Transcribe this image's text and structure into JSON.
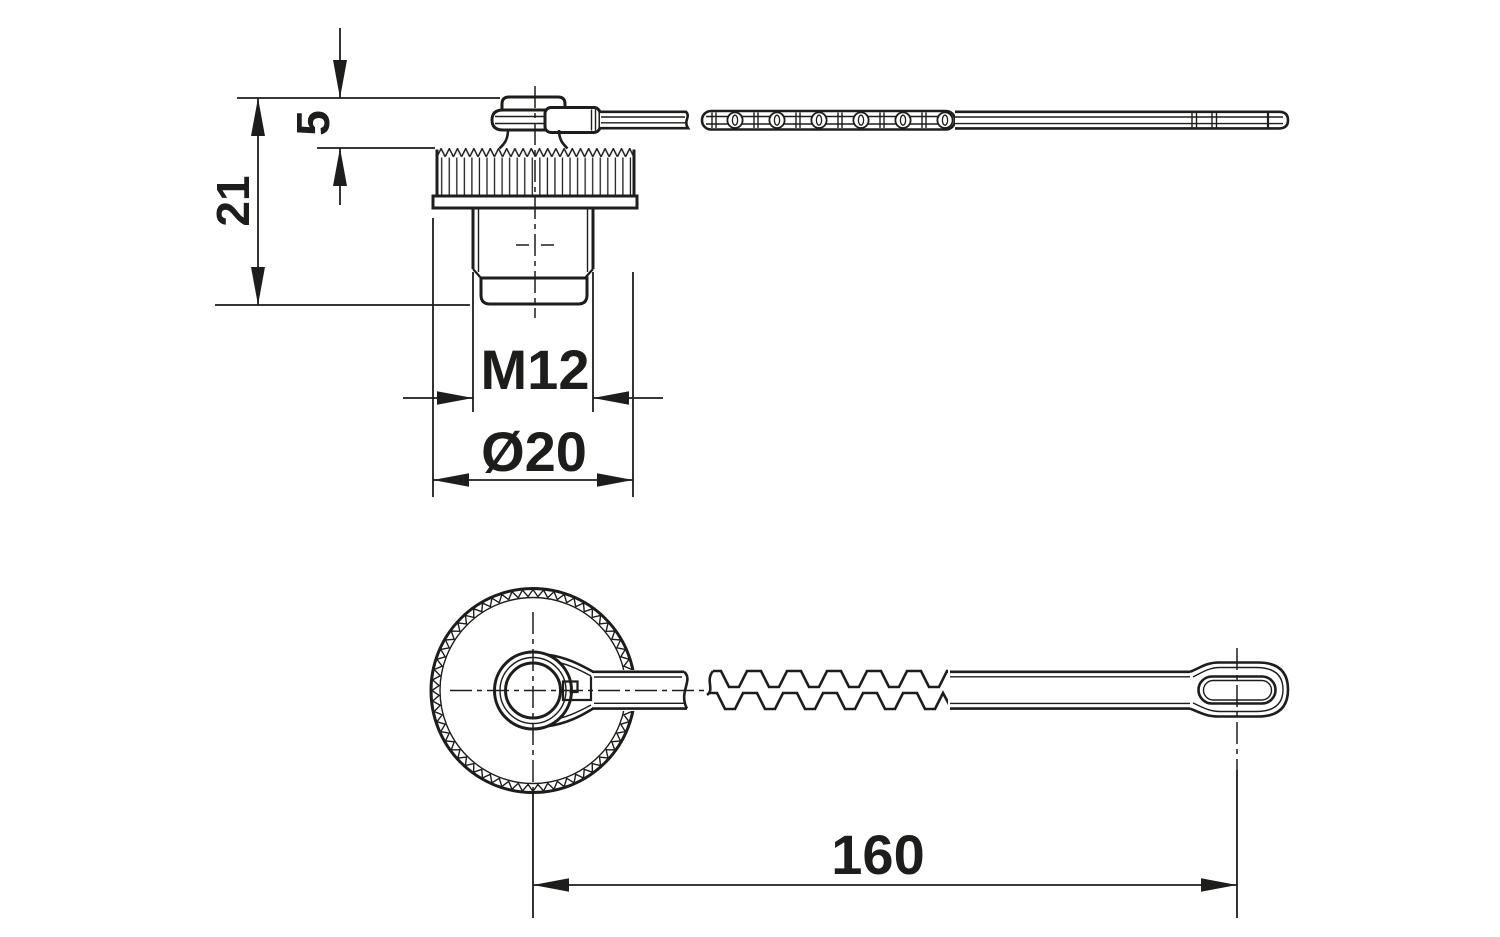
{
  "drawing": {
    "type": "technical-dimension-drawing",
    "background_color": "#ffffff",
    "line_color": "#1d1d1b",
    "labels": {
      "head_height": "5",
      "total_height": "21",
      "thread_size": "M12",
      "outer_diameter": "Ø20",
      "strap_length": "160"
    }
  }
}
